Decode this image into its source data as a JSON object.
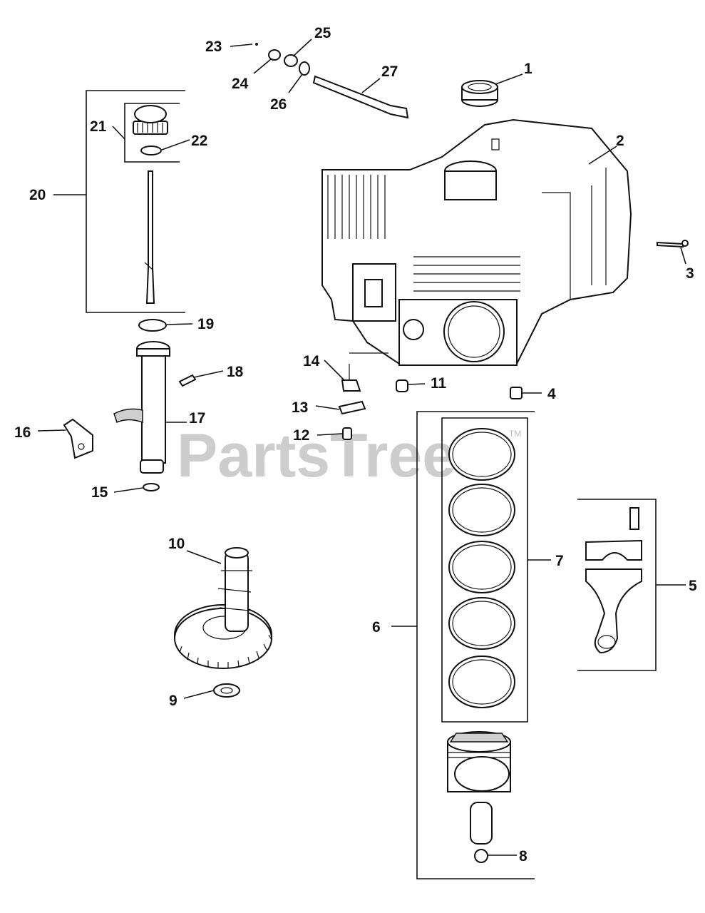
{
  "watermark": {
    "text": "PartsTree",
    "tm": "TM"
  },
  "callouts": {
    "c1": "1",
    "c2": "2",
    "c3": "3",
    "c4": "4",
    "c5": "5",
    "c6": "6",
    "c7": "7",
    "c8": "8",
    "c9": "9",
    "c10": "10",
    "c11": "11",
    "c12": "12",
    "c13": "13",
    "c14": "14",
    "c15": "15",
    "c16": "16",
    "c17": "17",
    "c18": "18",
    "c19": "19",
    "c20": "20",
    "c21": "21",
    "c22": "22",
    "c23": "23",
    "c24": "24",
    "c25": "25",
    "c26": "26",
    "c27": "27"
  }
}
